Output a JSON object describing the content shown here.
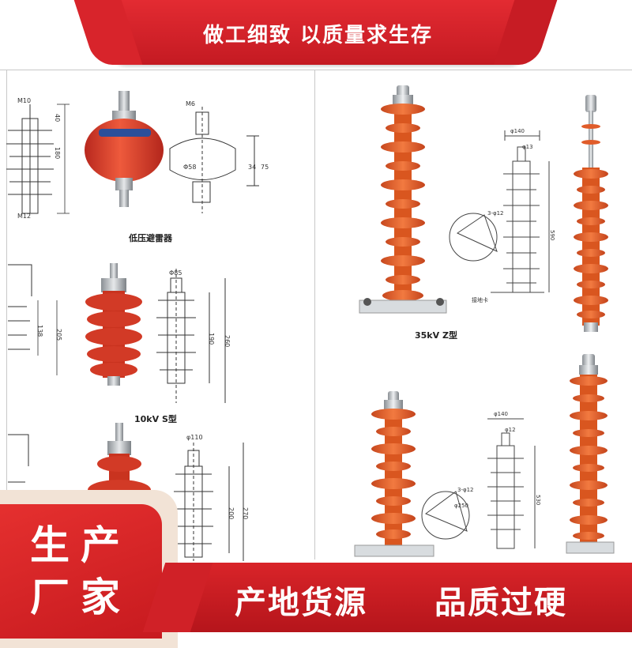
{
  "banner": {
    "title": "做工细致 以质量求生存"
  },
  "captions": {
    "low_voltage": "低压避雷器",
    "s_type": "10kV S型",
    "z_type": "35kV Z型"
  },
  "labels": {
    "m10": "M10",
    "m12": "M12",
    "m6": "M6",
    "phi58": "Φ58",
    "phi85": "Φ85",
    "d34": "34",
    "d75": "75",
    "d40": "40",
    "d180": "180",
    "d138": "138",
    "d205": "205",
    "d190": "190",
    "d260": "260",
    "d200": "200",
    "d270": "270",
    "phi110": "φ110",
    "phi140": "φ140",
    "phi13": "φ13",
    "phi12": "φ12",
    "d590": "590",
    "d530": "530",
    "holes": "3-φ12",
    "phi250": "φ250",
    "base_label": "接地卡"
  },
  "badge": {
    "line1": "生产",
    "line2": "厂家"
  },
  "bottom": {
    "left": "产地货源",
    "right": "品质过硬"
  },
  "colors": {
    "brand_red": "#d7252b",
    "insulator_orange": "#e8622e",
    "insulator_red": "#d63a2a"
  }
}
